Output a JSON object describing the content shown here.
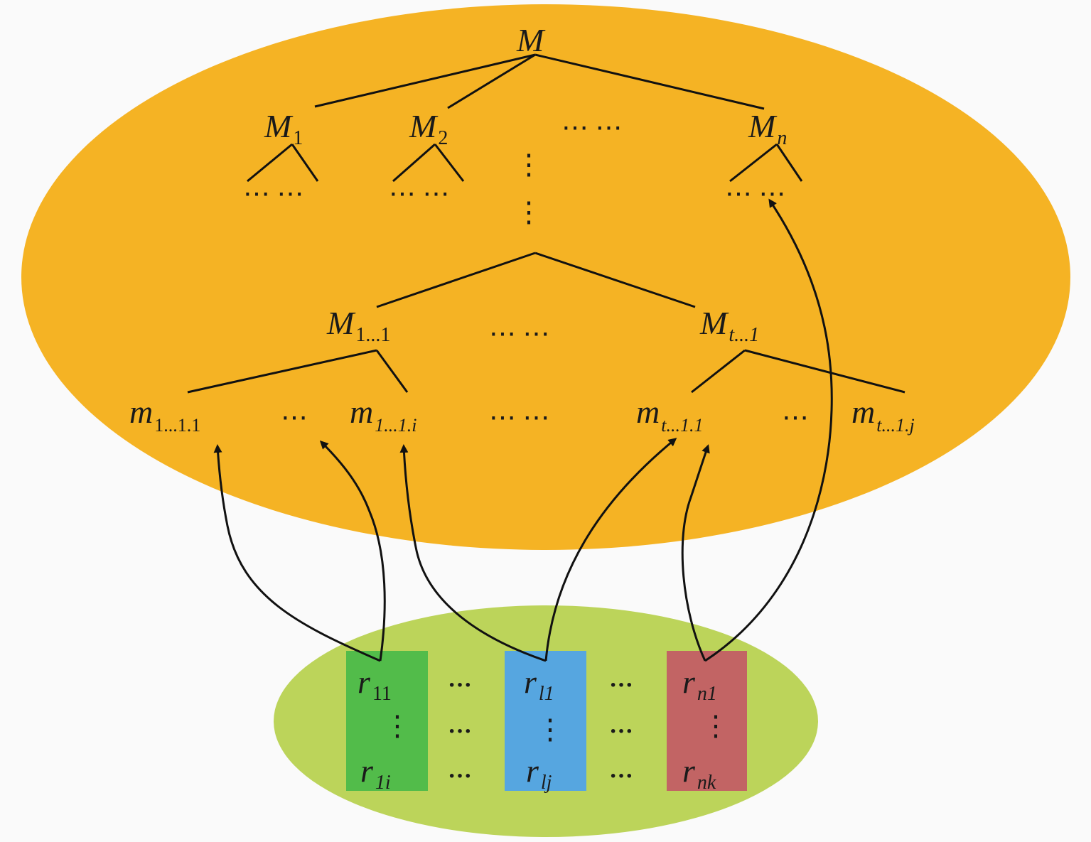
{
  "colors": {
    "outer_ellipse": "#f5b324",
    "inner_ellipse": "#bcd45a",
    "box_green": "#52bc4a",
    "box_blue": "#56a6e0",
    "box_red": "#c26464",
    "line": "#111111"
  },
  "nodes": {
    "root": {
      "main": "M",
      "sub": ""
    },
    "m1": {
      "main": "M",
      "sub": "1"
    },
    "m2": {
      "main": "M",
      "sub": "2"
    },
    "mn": {
      "main": "M",
      "sub": "n"
    },
    "m1_1": {
      "main": "M",
      "sub": "1...1"
    },
    "mt_1": {
      "main": "M",
      "sub": "t...1"
    },
    "leaf_a": {
      "main": "m",
      "sub": "1...1.1"
    },
    "leaf_b": {
      "main": "m",
      "sub": "1...1.i"
    },
    "leaf_c": {
      "main": "m",
      "sub": "t...1.1"
    },
    "leaf_d": {
      "main": "m",
      "sub": "t...1.j"
    }
  },
  "ellipsis": {
    "dots2": "⋯ ⋯",
    "dots1": "⋯",
    "vdots": "⋮"
  },
  "resources": {
    "r11": {
      "main": "r",
      "sub": "11"
    },
    "r1i": {
      "main": "r",
      "sub": "1i"
    },
    "rl1": {
      "main": "r",
      "sub": "l1"
    },
    "rlj": {
      "main": "r",
      "sub": "lj"
    },
    "rn1": {
      "main": "r",
      "sub": "n1"
    },
    "rnk": {
      "main": "r",
      "sub": "nk"
    },
    "between_dots": "···"
  }
}
